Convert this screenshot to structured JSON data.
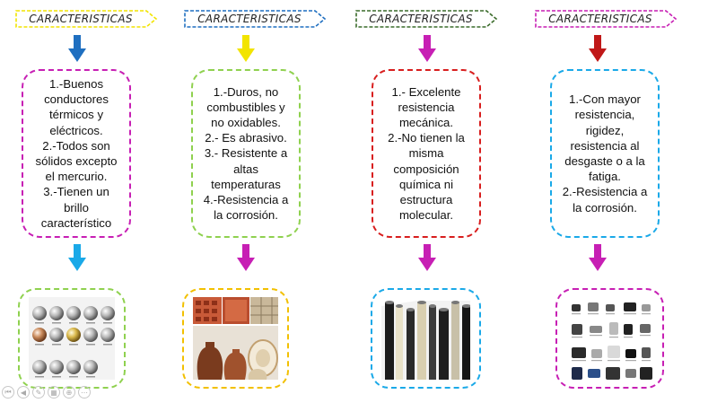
{
  "columns": [
    {
      "header": "CARACTERISTICAS",
      "header_color": "#f2e400",
      "arrow1_color": "#1f6fc0",
      "box_color": "#c71fb4",
      "lines": [
        "1.-Buenos",
        "conductores",
        "térmicos y",
        "eléctricos.",
        "2.-Todos son",
        "sólidos excepto",
        "el mercurio.",
        "3.-Tienen un",
        "brillo",
        "característico"
      ],
      "arrow2_color": "#1aa9e8",
      "image_color": "#8fd14f",
      "image_icon": "metal-spheres-icon"
    },
    {
      "header": "CARACTERISTICAS",
      "header_color": "#1f6fc0",
      "arrow1_color": "#f2e400",
      "box_color": "#8fd14f",
      "lines": [
        "1.-Duros, no",
        "combustibles y",
        "no oxidables.",
        "2.- Es abrasivo.",
        "3.- Resistente a",
        "altas",
        "temperaturas",
        "4.-Resistencia a",
        "la corrosión."
      ],
      "arrow2_color": "#c71fb4",
      "image_color": "#f2c000",
      "image_icon": "ceramics-icon"
    },
    {
      "header": "CARACTERISTICAS",
      "header_color": "#3a6b2a",
      "arrow1_color": "#c71fb4",
      "box_color": "#d81e1e",
      "lines": [
        "1.- Excelente",
        "resistencia",
        "mecánica.",
        "2.-No tienen la",
        "misma",
        "composición",
        "química ni",
        "estructura",
        "molecular."
      ],
      "arrow2_color": "#c71fb4",
      "image_color": "#1aa9e8",
      "image_icon": "plastic-rods-icon"
    },
    {
      "header": "CARACTERISTICAS",
      "header_color": "#c71fb4",
      "arrow1_color": "#c01818",
      "box_color": "#1aa9e8",
      "lines": [
        "1.-Con mayor",
        "resistencia,",
        "rigidez,",
        "resistencia al",
        "desgaste o a la",
        "fatiga.",
        "2.-Resistencia a",
        "la corrosión."
      ],
      "arrow2_color": "#c71fb4",
      "image_color": "#c71fb4",
      "image_icon": "composite-products-icon"
    }
  ]
}
